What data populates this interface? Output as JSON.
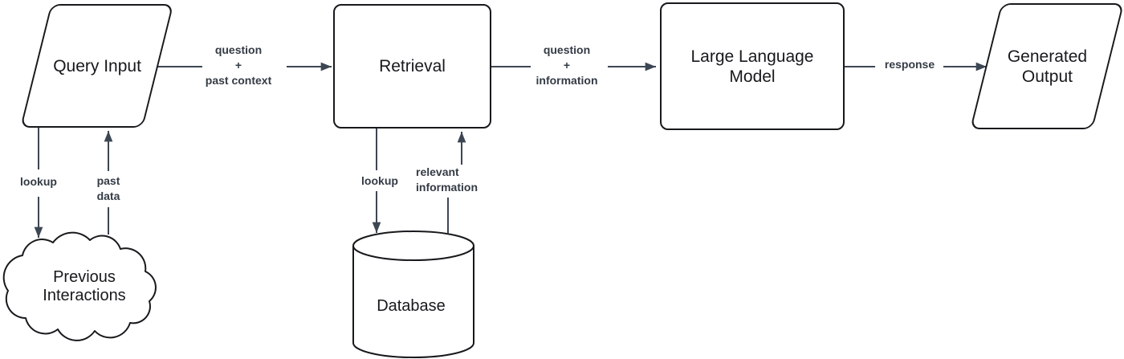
{
  "diagram": {
    "nodes": {
      "query_input": {
        "label": "Query Input",
        "shape": "parallelogram"
      },
      "retrieval": {
        "label": "Retrieval",
        "shape": "rounded-rectangle"
      },
      "large_language_model": {
        "label": "Large Language Model",
        "shape": "rounded-rectangle"
      },
      "generated_output": {
        "label": "Generated Output",
        "shape": "parallelogram"
      },
      "previous_interactions": {
        "label": "Previous Interactions",
        "shape": "cloud"
      },
      "database": {
        "label": "Database",
        "shape": "cylinder"
      }
    },
    "edges": {
      "query_to_retrieval": {
        "from": "query_input",
        "to": "retrieval",
        "label": "question\n+\npast context"
      },
      "retrieval_to_llm": {
        "from": "retrieval",
        "to": "large_language_model",
        "label": "question\n+\ninformation"
      },
      "llm_to_output": {
        "from": "large_language_model",
        "to": "generated_output",
        "label": "response"
      },
      "query_lookup": {
        "from": "query_input",
        "to": "previous_interactions",
        "label": "lookup"
      },
      "past_data": {
        "from": "previous_interactions",
        "to": "query_input",
        "label": "past\ndata"
      },
      "retrieval_lookup": {
        "from": "retrieval",
        "to": "database",
        "label": "lookup"
      },
      "relevant_information": {
        "from": "database",
        "to": "retrieval",
        "label": "relevant\ninformation"
      }
    },
    "colors": {
      "background": "#ffffff",
      "shape_fill": "#ffffff",
      "shape_stroke": "#17191c",
      "connector": "#3d4653",
      "edge_label_text": "#343b45",
      "node_text": "#17191c"
    }
  }
}
